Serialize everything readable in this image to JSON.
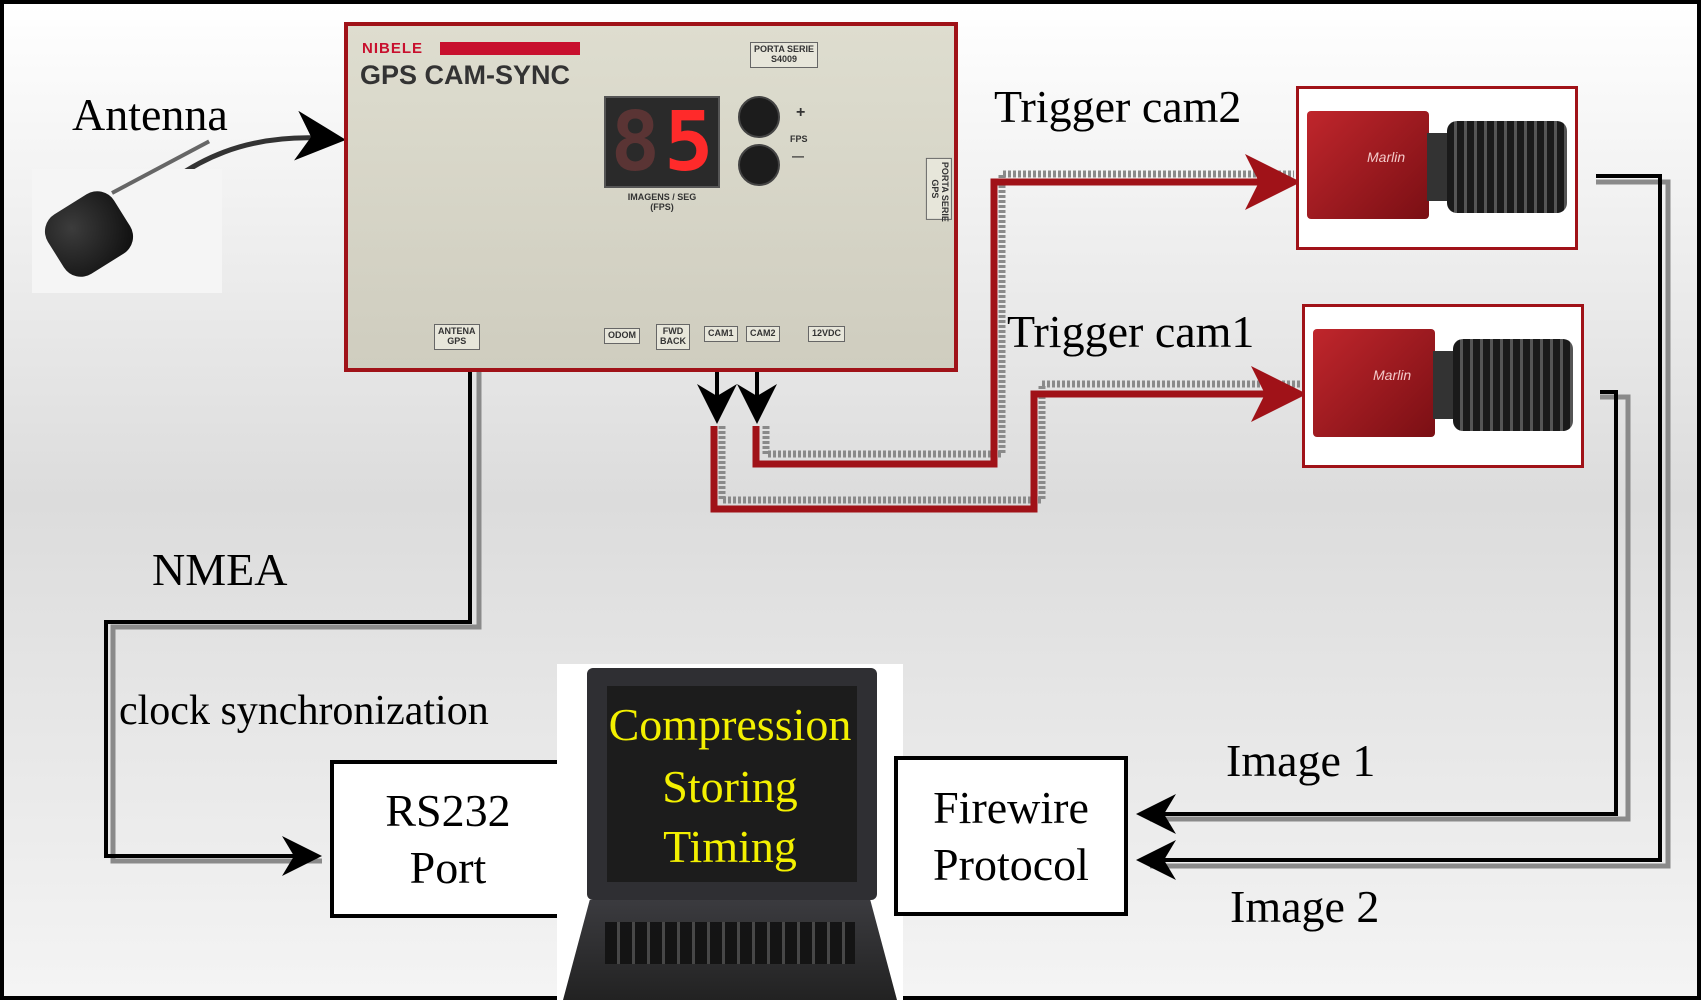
{
  "labels": {
    "antenna": "Antenna",
    "trigger_cam2": "Trigger cam2",
    "trigger_cam1": "Trigger cam1",
    "nmea": "NMEA",
    "clock_sync": "clock synchronization",
    "image1": "Image 1",
    "image2": "Image 2"
  },
  "rs232": {
    "line1": "RS232",
    "line2": "Port"
  },
  "firewire": {
    "line1": "Firewire",
    "line2": "Protocol"
  },
  "laptop": {
    "line1": "Compression",
    "line2": "Storing",
    "line3": "Timing"
  },
  "device": {
    "brand": "NIBELE",
    "model": "GPS CAM-SYNC",
    "serial_port": "PORTA SERIE\nS4009",
    "display_digit": "5",
    "fps_plus": "+",
    "fps_label": "FPS",
    "fps_minus": "—",
    "display_caption": "IMAGENS / SEG\n(FPS)",
    "gps_port": "PORTA SERIE\nGPS",
    "antenna_port": "ANTENA\nGPS",
    "odom": "ODOM",
    "fwd_back": "FWD\nBACK",
    "cam1": "CAM1",
    "cam2": "CAM2",
    "power": "12VDC"
  },
  "cameras": {
    "logo": "Marlin"
  },
  "colors": {
    "trigger": "#a01218",
    "wire": "#000000",
    "shadow": "#8a8a8a"
  }
}
